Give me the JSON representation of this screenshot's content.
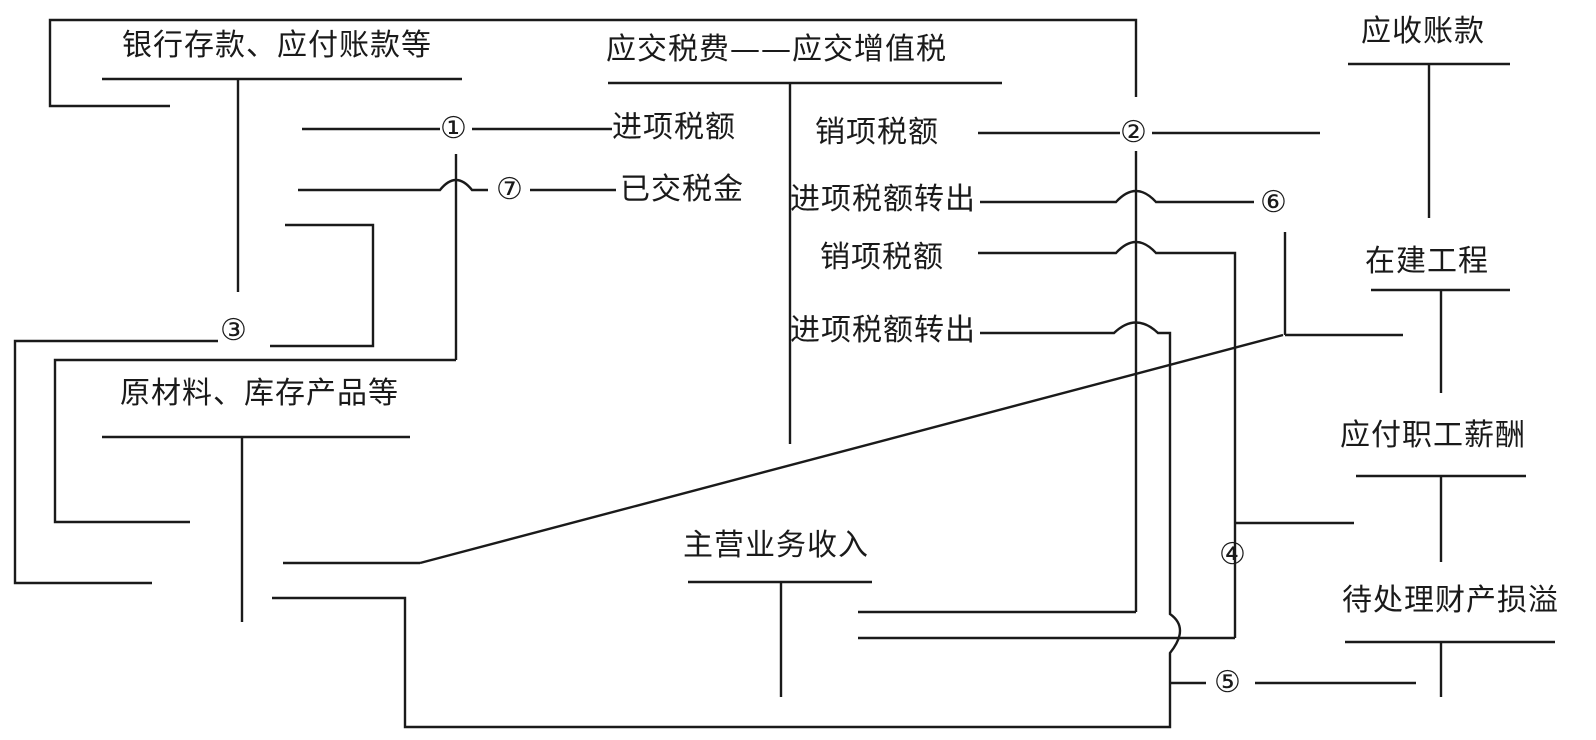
{
  "diagram": {
    "title": "应交增值税账务处理流程",
    "accounts": {
      "bank": "银行存款、应付账款等",
      "vat": "应交税费——应交增值税",
      "receivable": "应收账款",
      "materials": "原材料、库存产品等",
      "construction": "在建工程",
      "payroll": "应付职工薪酬",
      "revenue": "主营业务收入",
      "pending_loss": "待处理财产损溢"
    },
    "vat_entries": {
      "input_tax": "进项税额",
      "tax_paid": "已交税金",
      "output_tax_1": "销项税额",
      "input_transfer_1": "进项税额转出",
      "output_tax_2": "销项税额",
      "input_transfer_2": "进项税额转出"
    },
    "markers": {
      "m1": "①",
      "m2": "②",
      "m3": "③",
      "m4": "④",
      "m5": "⑤",
      "m6": "⑥",
      "m7": "⑦"
    }
  }
}
